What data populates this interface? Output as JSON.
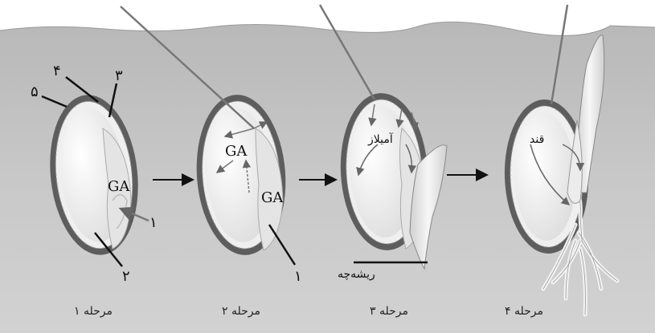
{
  "labels": {
    "num1": "۱",
    "num2": "۲",
    "num3": "۳",
    "num4": "۴",
    "num5": "۵",
    "ga": "GA",
    "amylase": "آمیلاز",
    "sugar": "قند",
    "radicle": "ریشه‌چه"
  },
  "stages": [
    {
      "label": "مرحله ۱"
    },
    {
      "label": "مرحله ۲"
    },
    {
      "label": "مرحله ۳"
    },
    {
      "label": "مرحله ۴"
    }
  ],
  "colors": {
    "soil": "#c4c4c4",
    "seed_coat": "#5d5d5d",
    "aleurone": "#eeeeee",
    "endosperm": "#f4f4f4",
    "embryo": "#e2e2e2",
    "pointer": "#7a7a7a"
  }
}
